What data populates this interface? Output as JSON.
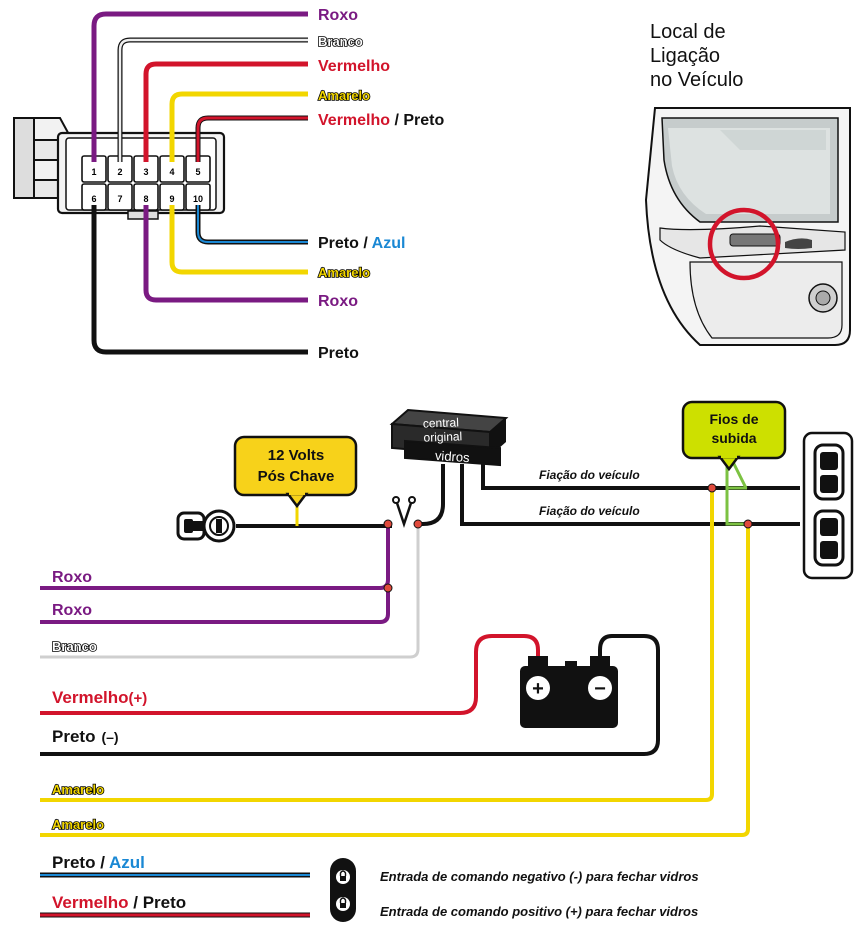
{
  "colors": {
    "purple": "#7a1a82",
    "white_wire": "#d8d8d8",
    "red": "#d2142b",
    "yellow": "#f2d600",
    "black": "#111111",
    "blue": "#1a88d4",
    "green": "#7cc242",
    "lime": "#cde000",
    "callout": "#f7d21a",
    "point": "#e04a3c"
  },
  "connector": {
    "pins_top": [
      "1",
      "2",
      "3",
      "4",
      "5"
    ],
    "pins_bottom": [
      "6",
      "7",
      "8",
      "9",
      "10"
    ]
  },
  "wires_top": [
    {
      "text": "Roxo",
      "color": "purple"
    },
    {
      "text": "Branco",
      "color": "white"
    },
    {
      "text": "Vermelho",
      "color": "red"
    },
    {
      "text": "Amarelo",
      "color": "yellow"
    },
    {
      "text": "Vermelho",
      "sep": " / ",
      "text2": "Preto",
      "color": "red"
    }
  ],
  "wires_bottom": [
    {
      "text": "Preto",
      "sep": " / ",
      "text2": "Azul",
      "color": "black"
    },
    {
      "text": "Amarelo",
      "color": "yellow"
    },
    {
      "text": "Roxo",
      "color": "purple"
    },
    {
      "text": "Preto",
      "color": "black"
    }
  ],
  "location": {
    "lines": [
      "Local de",
      "Ligação",
      "no Veículo"
    ]
  },
  "callouts": {
    "power": [
      "12 Volts",
      "Pós Chave"
    ],
    "up_wires": [
      "Fios de",
      "subida"
    ]
  },
  "module": {
    "lines": [
      "central",
      "original",
      "vidros"
    ]
  },
  "vehicle_wiring": [
    "Fiação do veículo",
    "Fiação do veículo"
  ],
  "wiring_labels": {
    "roxo_1": "Roxo",
    "roxo_2": "Roxo",
    "branco": "Branco",
    "vermelho": "Vermelho",
    "vermelho_sign": "(+)",
    "preto": "Preto",
    "preto_sign": "(–)",
    "amarelo_1": "Amarelo",
    "amarelo_2": "Amarelo",
    "preto_azul_a": "Preto",
    "preto_azul_sep": " / ",
    "preto_azul_b": "Azul",
    "verm_preto_a": "Vermelho",
    "verm_preto_sep": " / ",
    "verm_preto_b": "Preto"
  },
  "battery": {
    "plus": "+",
    "minus": "−"
  },
  "legend": {
    "negative": "Entrada de comando negativo (-) para fechar vidros",
    "positive": "Entrada de comando positivo (+) para fechar vidros"
  }
}
